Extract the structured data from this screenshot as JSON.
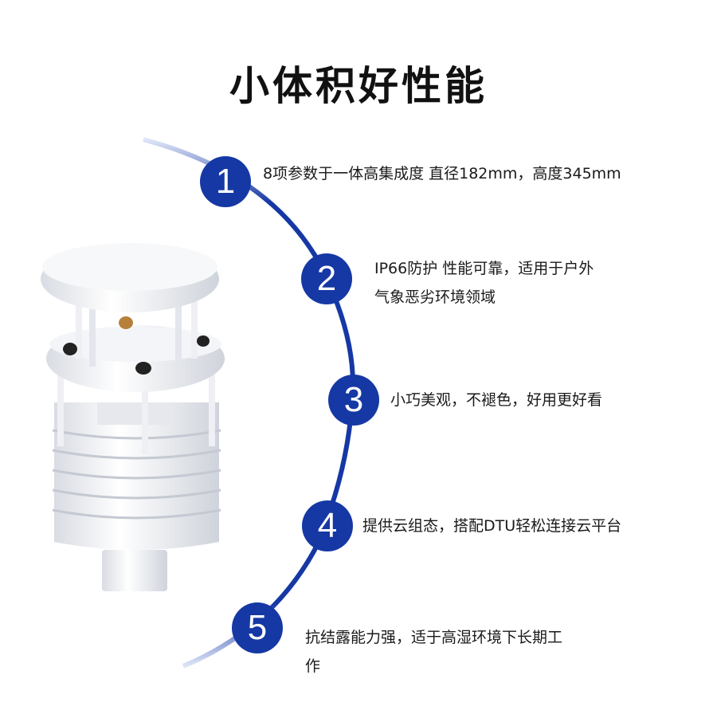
{
  "title": "小体积好性能",
  "accent_color": "#1638a5",
  "features": [
    {
      "number": "1",
      "lines": [
        "8项参数于一体高集成度 直径182mm，高度345mm"
      ]
    },
    {
      "number": "2",
      "lines": [
        "IP66防护 性能可靠，适用于户外",
        "气象恶劣环境领域"
      ]
    },
    {
      "number": "3",
      "lines": [
        "小巧美观，不褪色，好用更好看"
      ]
    },
    {
      "number": "4",
      "lines": [
        "提供云组态，搭配DTU轻松连接云平台"
      ]
    },
    {
      "number": "5",
      "lines": [
        "抗结露能力强，适于高湿环境下长期工",
        "作"
      ]
    }
  ]
}
